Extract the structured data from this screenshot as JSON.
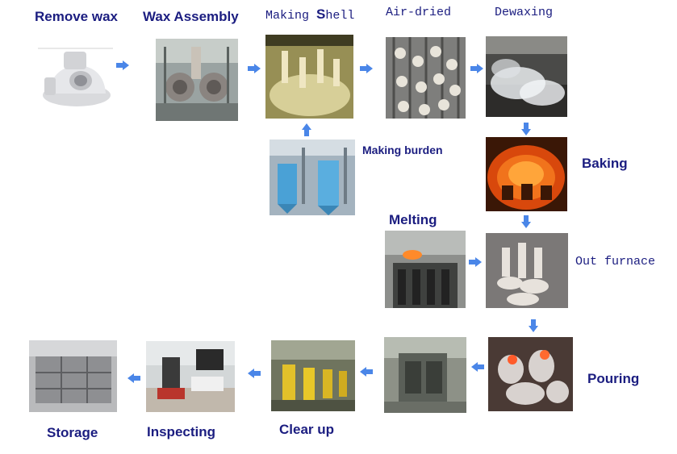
{
  "steps": {
    "remove_wax": "Remove wax",
    "wax_assembly": "Wax Assembly",
    "making_shell_prefix": "Making ",
    "making_shell_S": "S",
    "making_shell_suffix": "hell",
    "air_dried": "Air-dried",
    "dewaxing": "Dewaxing",
    "making_burden": "Making burden",
    "baking": "Baking",
    "melting": "Melting",
    "out_furnace": "Out  furnace",
    "pouring": "Pouring",
    "clear_up": "Clear up",
    "inspecting": "Inspecting",
    "storage": "Storage"
  },
  "colors": {
    "label": "#1b1d80",
    "arrow": "#4a86e8"
  }
}
